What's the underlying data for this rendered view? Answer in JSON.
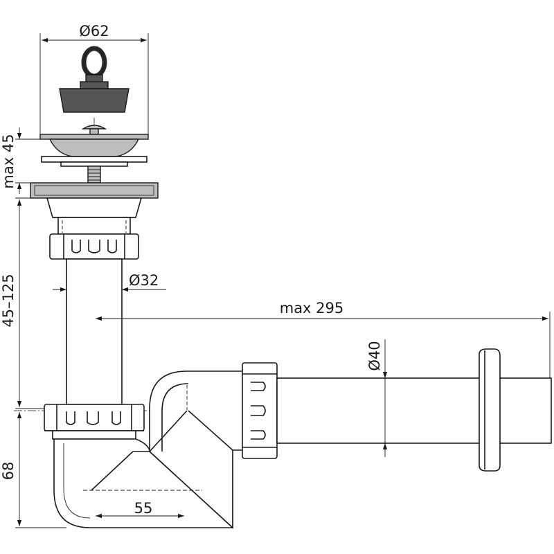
{
  "dimensions": {
    "stopper_diameter": "Ø62",
    "flange_height": "max 45",
    "vertical_range": "45–125",
    "pipe_diameter_inlet": "Ø32",
    "horizontal_length": "max 295",
    "outlet_diameter": "Ø40",
    "trap_depth": "68",
    "trap_offset": "55"
  }
}
